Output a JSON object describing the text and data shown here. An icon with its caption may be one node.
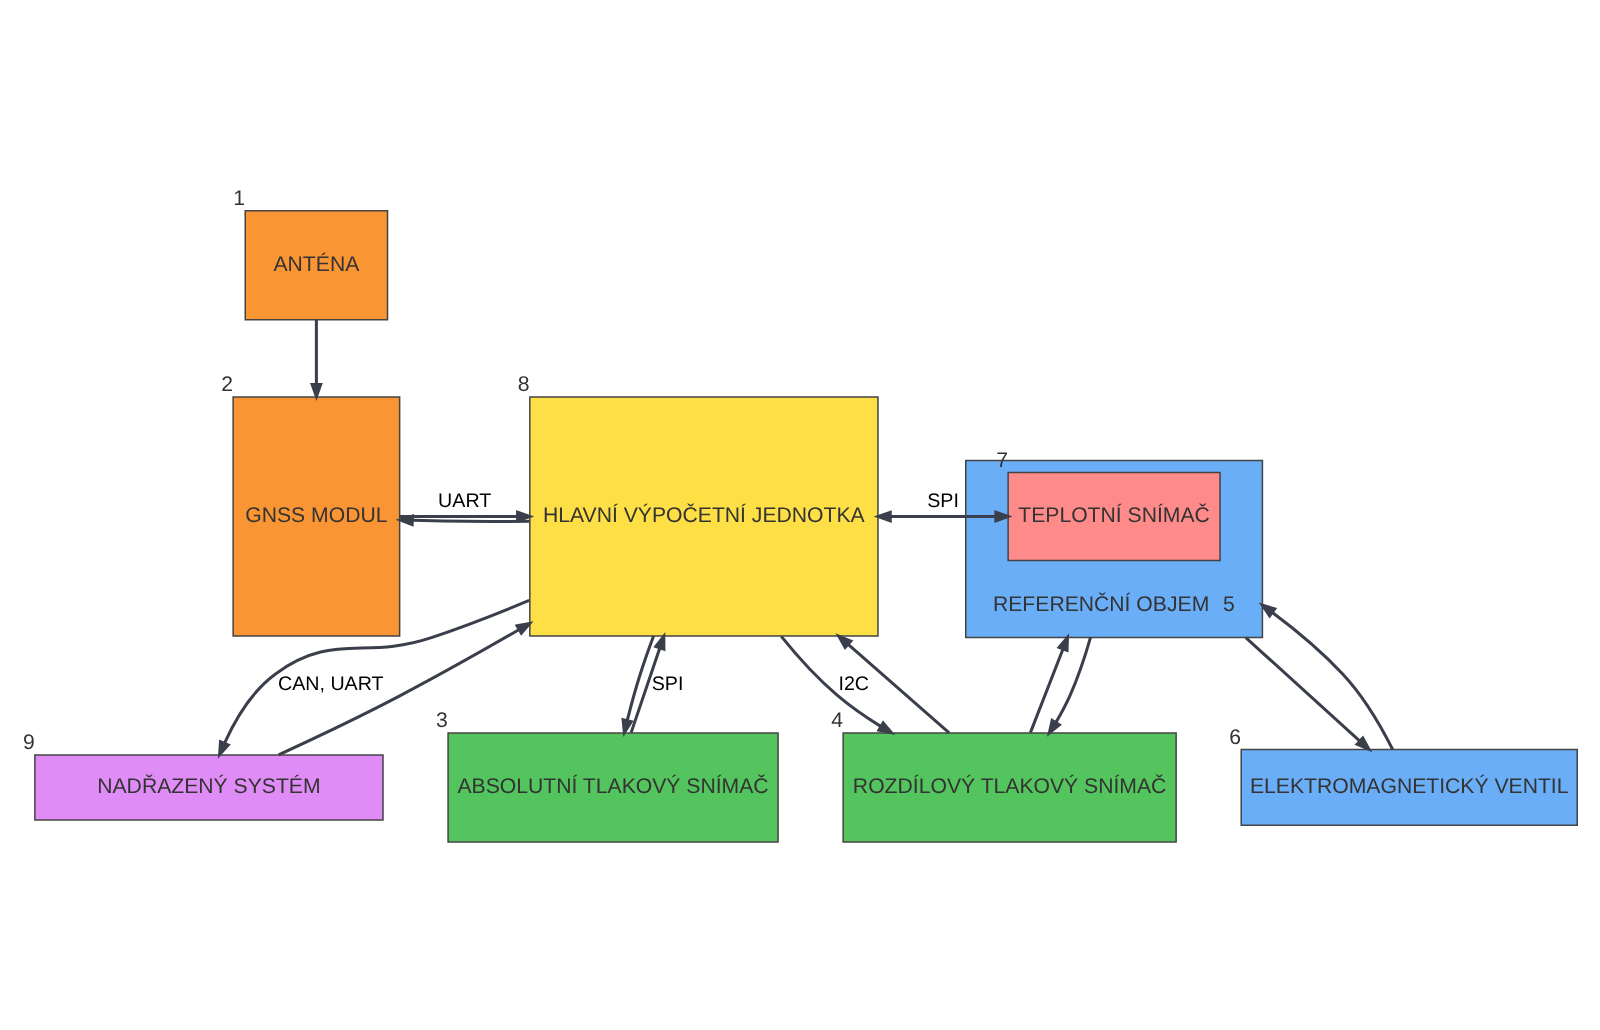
{
  "diagram": {
    "nodes": [
      {
        "text": [
          "ANTÉNA"
        ],
        "beside": [
          "1"
        ]
      },
      {
        "text": [
          "GNSS MODUL"
        ],
        "beside": [
          "2"
        ]
      },
      {
        "text": [
          "ABSOLUTNÍ TLAKOVÝ SNÍMAČ"
        ],
        "beside": [
          "3"
        ]
      },
      {
        "text": [
          "ROZDÍLOVÝ TLAKOVÝ SNÍMAČ"
        ],
        "beside": [
          "4"
        ]
      },
      {
        "text": [
          "REFERENČNÍ OBJEM"
        ],
        "beside": [
          "5"
        ]
      },
      {
        "text": [
          "ELEKTROMAGNETICKÝ VENTIL"
        ],
        "beside": [
          "6"
        ]
      },
      {
        "text": [
          "TEPLOTNÍ SNÍMAČ"
        ],
        "beside": [
          "7"
        ],
        "in": 4
      },
      {
        "text": [
          "HLAVNÍ VÝPOČETNÍ JEDNOTKA"
        ],
        "beside": [
          "8"
        ]
      },
      {
        "text": [
          "NADŘAZENÝ SYSTÉM"
        ],
        "beside": [
          "9"
        ]
      }
    ],
    "edges": [
      {
        "from": 0,
        "to": 1,
        "arrow": "to"
      },
      {
        "from": 1,
        "to": 7,
        "arrow": "to",
        "label": "UART"
      },
      {
        "from": 7,
        "to": 1,
        "arrow": "to"
      },
      {
        "from": 8,
        "to": 7,
        "arrow": "to"
      },
      {
        "from": 7,
        "to": 8,
        "arrow": "to",
        "label": "CAN, UART"
      },
      {
        "from": 7,
        "to": 2,
        "arrow": "to"
      },
      {
        "from": 2,
        "to": 7,
        "arrow": "to",
        "label": "SPI"
      },
      {
        "from": 3,
        "to": 7,
        "arrow": "to"
      },
      {
        "from": 7,
        "to": 3,
        "arrow": "to",
        "label": "I2C"
      },
      {
        "from": 7,
        "to": 6,
        "arrow": "to",
        "label": "SPI"
      },
      {
        "from": 6,
        "to": 7,
        "arrow": "to"
      },
      {
        "from": 3,
        "to": 4,
        "arrow": "to"
      },
      {
        "from": 4,
        "to": 3,
        "arrow": "to"
      },
      {
        "from": 4,
        "to": 5,
        "arrow": "to"
      },
      {
        "from": 5,
        "to": 4,
        "arrow": "to"
      }
    ]
  }
}
